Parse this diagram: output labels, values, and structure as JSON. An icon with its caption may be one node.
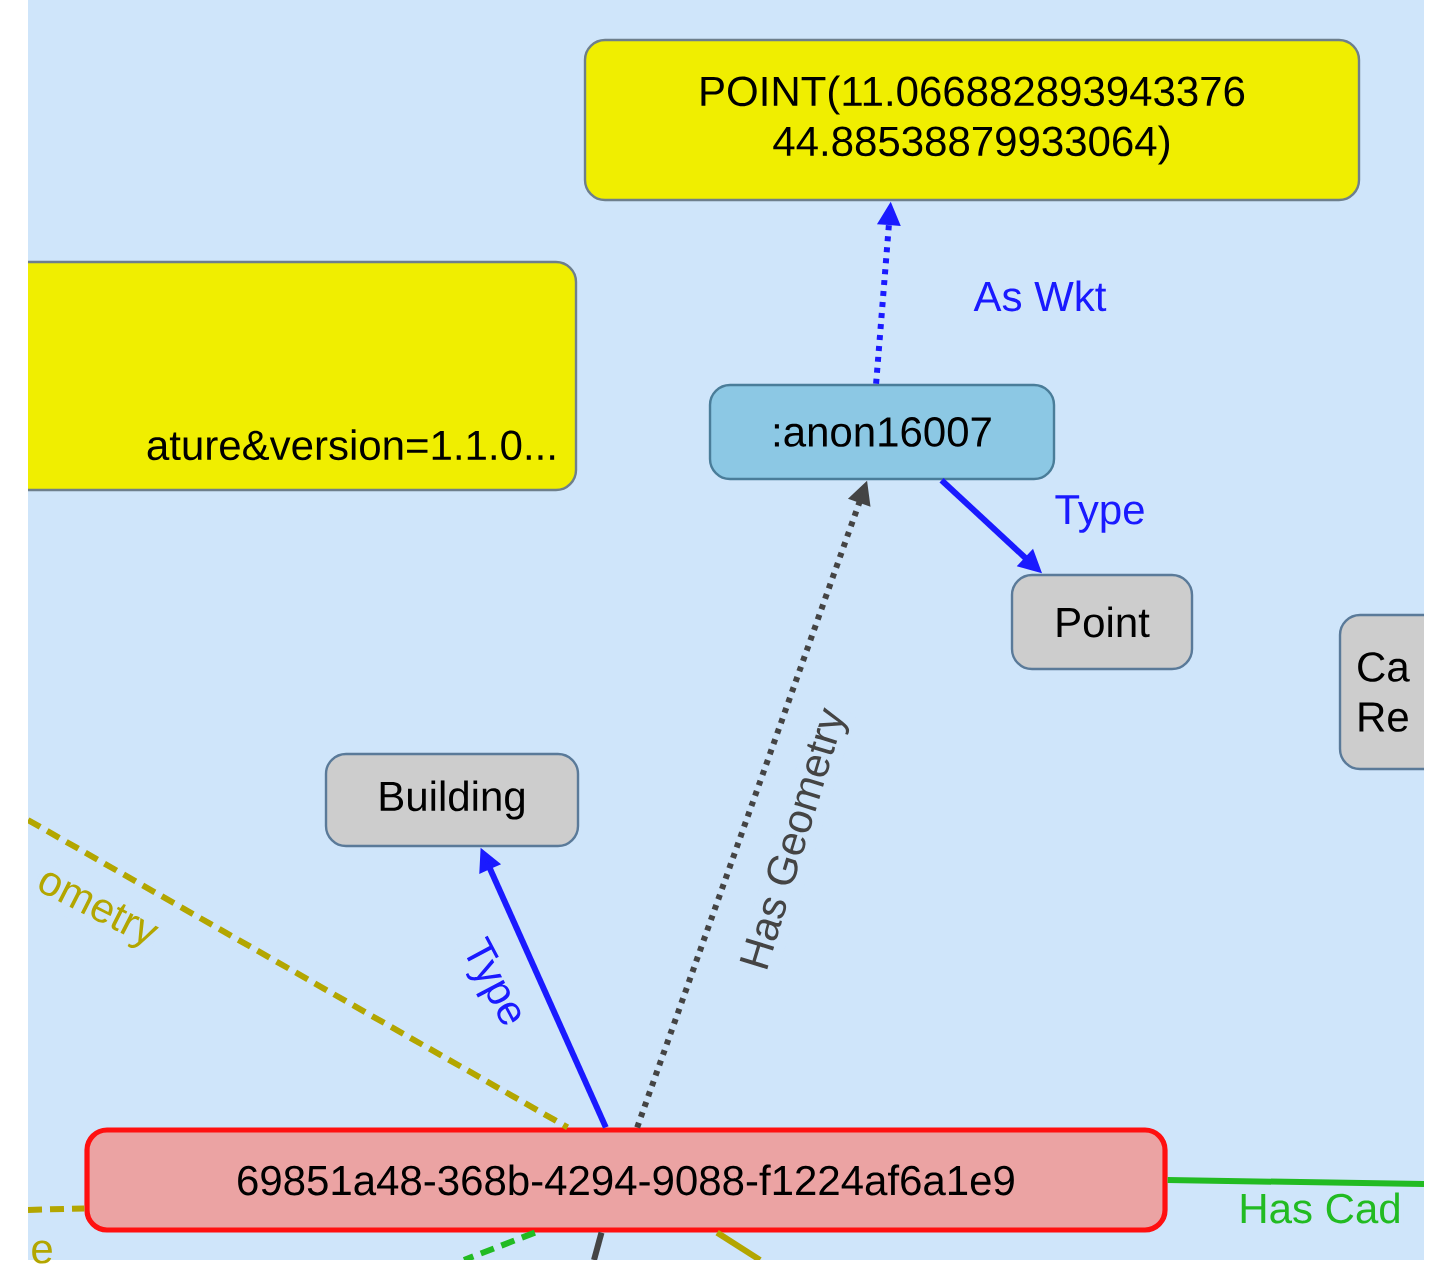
{
  "diagram": {
    "nodes": [
      {
        "text": [
          "POINT(11.066882893943376 44.88538879933064)"
        ]
      },
      {
        "text": [
          "ature&version=1.1.0..."
        ]
      },
      {
        "text": [
          ":anon16007"
        ]
      },
      {
        "text": [
          "Point"
        ]
      },
      {
        "text": [
          "Ca Re"
        ]
      },
      {
        "text": [
          "Building"
        ]
      },
      {
        "text": [
          "69851a48-368b-4294-9088-f1224af6a1e9"
        ]
      }
    ],
    "edges": [
      {
        "from": 2,
        "to": 0,
        "arrow": "to",
        "label": "As Wkt",
        "style": "dashed",
        "color": "#1a1aff"
      },
      {
        "from": 2,
        "to": 3,
        "arrow": "to",
        "label": "Type",
        "color": "#1a1aff"
      },
      {
        "from": 6,
        "to": 2,
        "arrow": "to",
        "label": "Has Geometry",
        "style": "dashed",
        "color": "#444444"
      },
      {
        "from": 6,
        "to": 5,
        "arrow": "to",
        "label": "Type",
        "color": "#1a1aff"
      },
      {
        "from": 6,
        "to": null,
        "arrow": "none",
        "label": "Has Cad",
        "color": "#22bb22"
      },
      {
        "from": null,
        "to": 6,
        "arrow": "none",
        "label": "ometry",
        "style": "dashed",
        "color": "#b3a600"
      },
      {
        "from": null,
        "to": 6,
        "arrow": "none",
        "style": "dashed",
        "color": "#b3a600"
      },
      {
        "from": 6,
        "to": null,
        "arrow": "none",
        "style": "dashed",
        "color": "#22bb22"
      },
      {
        "from": 6,
        "to": null,
        "arrow": "none",
        "color": "#444444"
      },
      {
        "from": 6,
        "to": null,
        "arrow": "none",
        "color": "#b3a600"
      }
    ],
    "labels": [
      "e"
    ]
  }
}
